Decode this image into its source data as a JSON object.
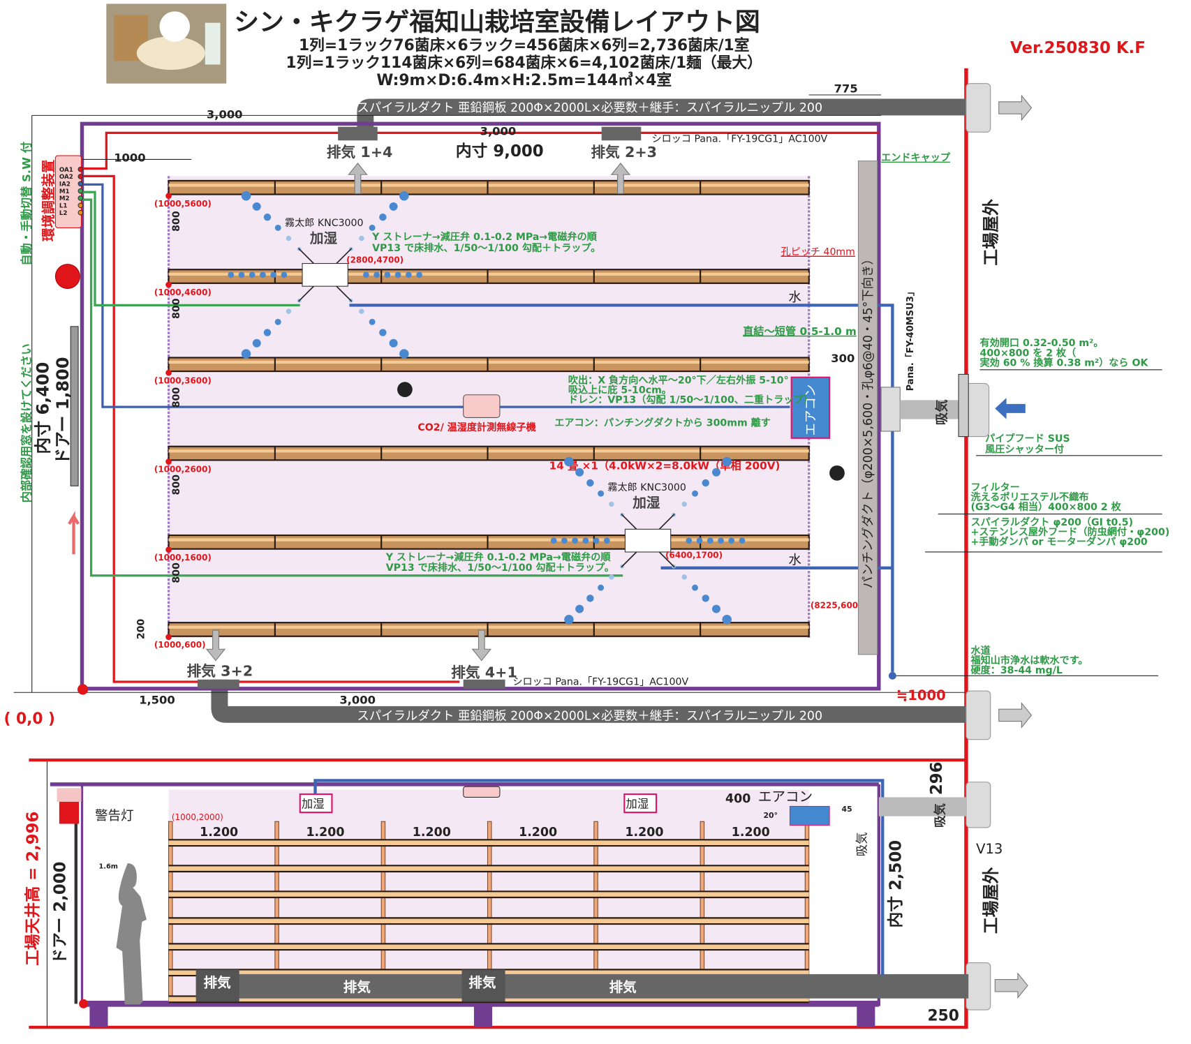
{
  "header": {
    "title": "シン・キクラゲ福知山栽培室設備レイアウト図",
    "line1": "1列=1ラック76菌床×6ラック=456菌床×6列=2,736菌床/1室",
    "line2": "1列=1ラック114菌床×6列=684菌床×6=4,102菌床/1麺（最大）",
    "line3": "W:9m×D:6.4m×H:2.5m=144㎥×4室",
    "version": "Ver.250830 K.F"
  },
  "plan": {
    "top_duct": "スパイラルダクト 亜鉛鋼板 200Φ×2000L×必要数＋継手：スパイラルニップル 200",
    "bottom_duct": "スパイラルダクト 亜鉛鋼板 200Φ×2000L×必要数＋継手：スパイラルニップル 200",
    "dim_775": "775",
    "dim_3000_left": "3,000",
    "dim_3000_mid": "3,000",
    "dim_1000": "1000",
    "inner_width": "内寸 9,000",
    "exhaust_14": "排気 1+4",
    "exhaust_23": "排気 2+3",
    "exhaust_32": "排気 3+2",
    "exhaust_41": "排気 4+1",
    "sirocco_top": "シロッコ Pana.「FY-19CG1」AC100V",
    "sirocco_bottom": "シロッコ Pana.「FY-19CG1」AC100V",
    "end_cap": "エンドキャップ",
    "hole_pitch": "孔ピッチ 40mm",
    "punching_duct": "パンチングダクト（φ200×5,600・孔φ6@40・45°下向き）",
    "pana_fan": "Pana.「FY-40MSU3」",
    "direct_pipe": "直結〜短管 0.5-1.0 m",
    "dim_300": "300",
    "aircon_label": "エアコン",
    "aircon_note1": "吹出：X 負方向へ水平〜20°下／左右外振 5-10°",
    "aircon_note2": "吸込上に庇 5-10cm。",
    "aircon_note3": "ドレン：VP13（勾配 1/50〜1/100、二重トラップ）",
    "aircon_note4": "エアコン：パンチングダクトから 300mm 離す",
    "aircon_power": "14 畳 ×1（4.0kW×2=8.0kW（単相 200V)",
    "humidifier1_model": "霧太郎 KNC3000",
    "humidifier1_label": "加湿",
    "humidifier1_coord": "(2800,4700)",
    "humidifier1_note1": "Y ストレーナ→減圧弁 0.1-0.2 MPa→電磁弁の順",
    "humidifier1_note2": "VP13 で床排水、1/50〜1/100 勾配＋トラップ。",
    "humidifier2_model": "霧太郎 KNC3000",
    "humidifier2_label": "加湿",
    "humidifier2_coord": "(6400,1700)",
    "humidifier2_note1": "Y ストレーナ→減圧弁 0.1-0.2 MPa→電磁弁の順",
    "humidifier2_note2": "VP13 で床排水、1/50〜1/100 勾配＋トラップ。",
    "water1": "水",
    "water2": "水",
    "sensor": "CO2/ 温湿度計測無線子機",
    "coords": [
      "(1000,5600)",
      "(1000,4600)",
      "(1000,3600)",
      "(1000,2600)",
      "(1000,1600)",
      "(1000,600)"
    ],
    "coord_end": "(8225,600)",
    "row_dims": [
      "800",
      "800",
      "800",
      "800",
      "800",
      "200"
    ],
    "origin": "( 0,0 )",
    "dim_1500": "1,500",
    "dim_3000_bottom": "3,000",
    "approx_1000": "≒1000",
    "intake": "吸気",
    "outside": "工場屋外",
    "controller_title": "環境調整装置",
    "controller_ports": [
      "OA1",
      "OA2",
      "IA2",
      "M1",
      "M2",
      "L1",
      "L2"
    ],
    "switch_note": "自動・手動切替 S.W 付",
    "window_note": "内部確認用窓を設けてください",
    "inner_depth": "内寸 6,400",
    "door_1800": "ドアー 1,800"
  },
  "notes": {
    "opening1": "有効開口 0.32-0.50 m²。",
    "opening2": "400×800 を 2 枚（",
    "opening3": "実効 60 % 換算 0.38 m²）なら OK",
    "hood1": "パイプフード SUS",
    "hood2": "風圧シャッター付",
    "filter1": "フィルター",
    "filter2": "洗えるポリエステル不織布",
    "filter3": "(G3〜G4 相当）400×800 2 枚",
    "duct1": "スパイラルダクト φ200（GI t0.5)",
    "duct2": "+ステンレス屋外フード（防虫網付・φ200)",
    "duct3": "+手動ダンパ or モーターダンパ φ200",
    "water1": "水道",
    "water2": "福知山市浄水は軟水です。",
    "water3": "硬度：38-44 mg/L"
  },
  "section": {
    "ceiling": "工場天井高 = 2,996",
    "door": "ドアー 2,000",
    "warning_light": "警告灯",
    "person_height": "1.6m",
    "coord": "(1000,2000)",
    "rack_widths": [
      "1.200",
      "1.200",
      "1.200",
      "1.200",
      "1.200",
      "1.200"
    ],
    "humid1": "加湿",
    "humid2": "加湿",
    "aircon": "エアコン",
    "dim_400": "400",
    "angle20": "20°",
    "angle45": "45",
    "intake": "吸気",
    "intake2": "吸気",
    "v13": "V13",
    "inner_height": "内寸 2,500",
    "dim_296": "296",
    "dim_250": "250",
    "outside": "工場屋外",
    "exhaust": [
      "排気",
      "排気",
      "排気",
      "排気"
    ]
  }
}
